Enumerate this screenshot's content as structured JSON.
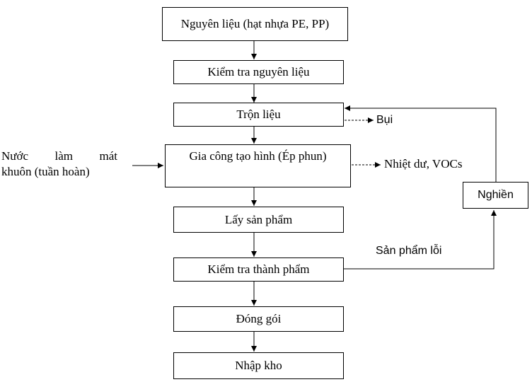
{
  "steps": {
    "raw_material": "Nguyên liệu (hạt nhựa PE, PP)",
    "inspect_material": "Kiểm tra nguyên liệu",
    "mixing": "Trộn liệu",
    "forming": "Gia công tạo hình (Ép phun)",
    "take_product": "Lấy sản phẩm",
    "inspect_product": "Kiểm tra thành phẩm",
    "packing": "Đóng gói",
    "warehouse": "Nhập kho",
    "grinding": "Nghiền"
  },
  "inputs": {
    "cooling_water_line1": "Nước làm mát",
    "cooling_water_line2": "khuôn (tuần hoàn)"
  },
  "outputs": {
    "dust": "Bụi",
    "heat_vocs": "Nhiệt dư, VOCs"
  },
  "flows": {
    "defective": "Sản phẩm lỗi"
  }
}
